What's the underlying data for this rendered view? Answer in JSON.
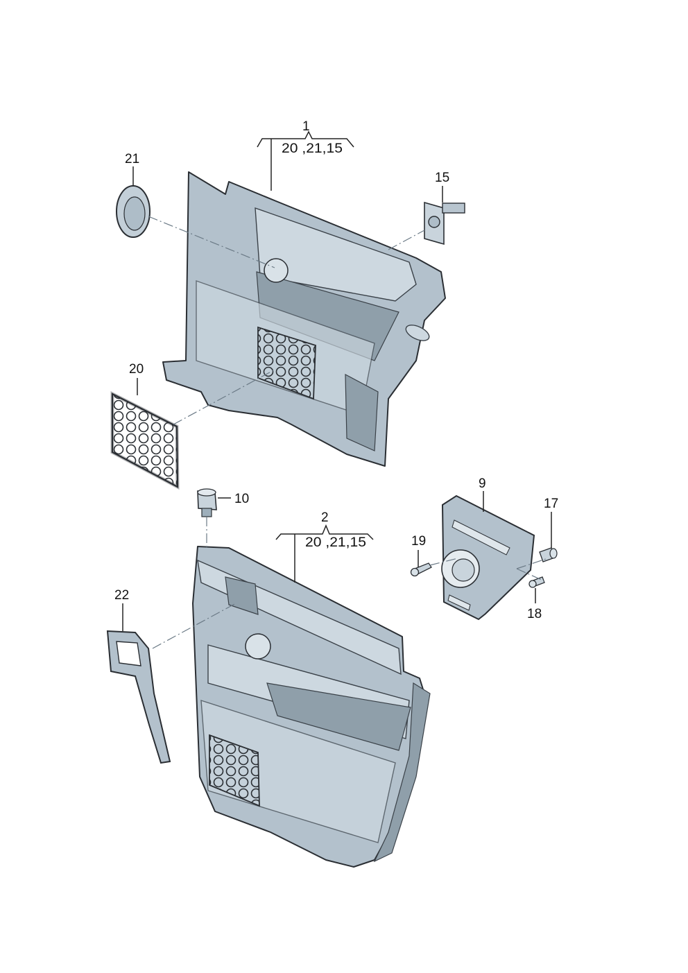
{
  "diagram": {
    "callouts": {
      "p1": {
        "number": "1",
        "subparts": "20 ,21,15"
      },
      "p2": {
        "number": "2",
        "subparts": "20 ,21,15"
      },
      "p9": "9",
      "p10": "10",
      "p15": "15",
      "p17": "17",
      "p18": "18",
      "p19": "19",
      "p20": "20",
      "p21": "21",
      "p22": "22"
    },
    "colors": {
      "panel": "#b3c1cc",
      "panel_light": "#cdd8e0",
      "outline": "#2a2e33"
    }
  }
}
